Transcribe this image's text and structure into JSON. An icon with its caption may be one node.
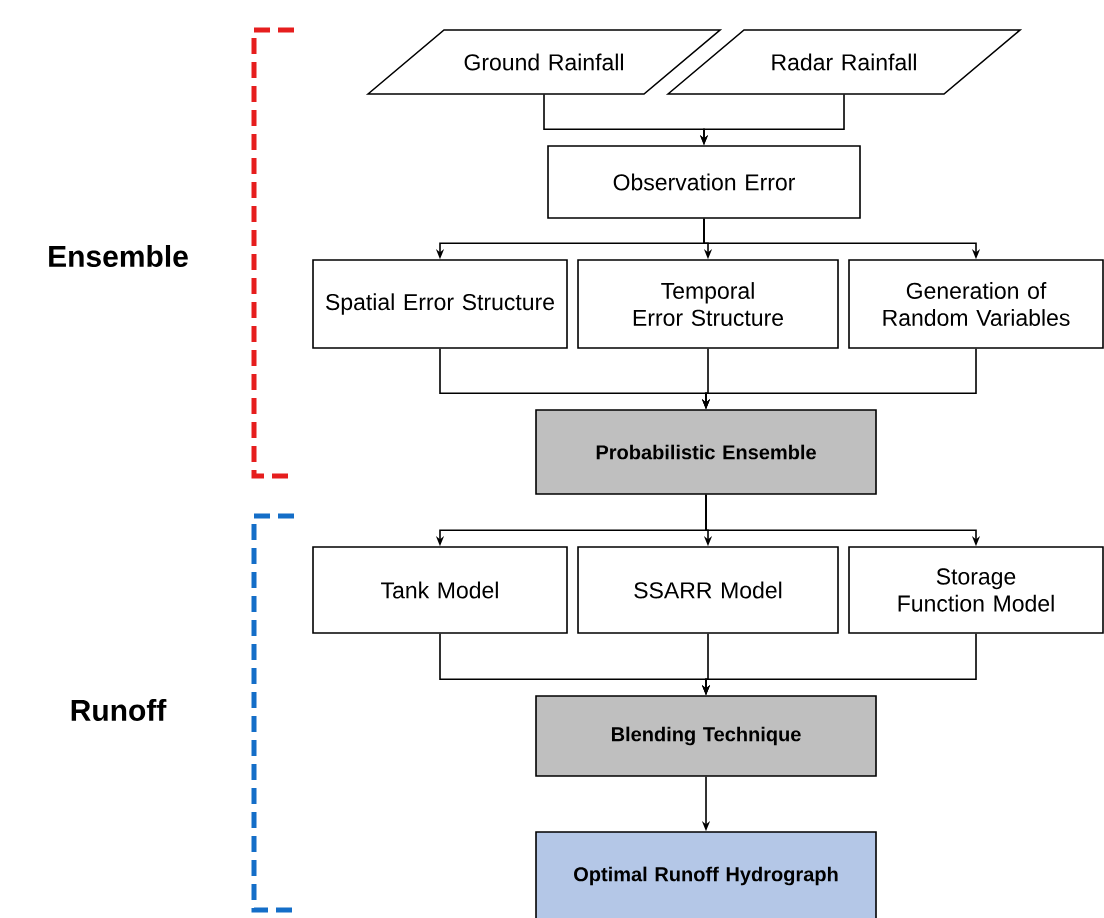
{
  "diagram": {
    "nodes": [
      {
        "text": [
          "Ground Rainfall"
        ]
      },
      {
        "text": [
          "Radar Rainfall"
        ]
      },
      {
        "text": [
          "Observation Error"
        ]
      },
      {
        "text": [
          "Spatial Error Structure"
        ]
      },
      {
        "text": [
          "Temporal Error Structure"
        ]
      },
      {
        "text": [
          "Generation of Random Variables"
        ]
      },
      {
        "text": [
          "Probabilistic Ensemble"
        ]
      },
      {
        "text": [
          "Tank Model"
        ]
      },
      {
        "text": [
          "SSARR Model"
        ]
      },
      {
        "text": [
          "Storage Function Model"
        ]
      },
      {
        "text": [
          "Blending Technique"
        ]
      },
      {
        "text": [
          "Optimal Runoff Hydrograph"
        ]
      }
    ],
    "edges": [
      {
        "from": 0,
        "to": 2,
        "arrow": "to"
      },
      {
        "from": 1,
        "to": 2,
        "arrow": "to"
      },
      {
        "from": 2,
        "to": 3,
        "arrow": "to"
      },
      {
        "from": 2,
        "to": 4,
        "arrow": "to"
      },
      {
        "from": 2,
        "to": 5,
        "arrow": "to"
      },
      {
        "from": 3,
        "to": 6,
        "arrow": "to"
      },
      {
        "from": 4,
        "to": 6,
        "arrow": "to"
      },
      {
        "from": 5,
        "to": 6,
        "arrow": "to"
      },
      {
        "from": 6,
        "to": 7,
        "arrow": "to"
      },
      {
        "from": 6,
        "to": 8,
        "arrow": "to"
      },
      {
        "from": 6,
        "to": 9,
        "arrow": "to"
      },
      {
        "from": 7,
        "to": 10,
        "arrow": "to"
      },
      {
        "from": 8,
        "to": 10,
        "arrow": "to"
      },
      {
        "from": 9,
        "to": 10,
        "arrow": "to"
      },
      {
        "from": 10,
        "to": 11,
        "arrow": "to"
      }
    ],
    "labels": [
      "Ensemble",
      "Runoff"
    ]
  }
}
